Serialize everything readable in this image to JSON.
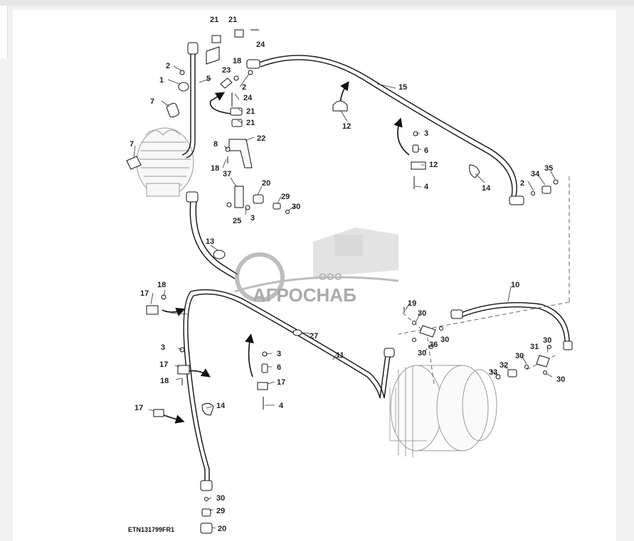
{
  "figure": {
    "reference_code": "ETN131799FR1"
  },
  "watermark": {
    "company_prefix": "ООО",
    "company_name": "АГРОСНАБ",
    "color": "#8a8a8a"
  },
  "callouts": {
    "c1": "1",
    "c2a": "2",
    "c2b": "2",
    "c2c": "2",
    "c3a": "3",
    "c3b": "3",
    "c3c": "3",
    "c3d": "3",
    "c4a": "4",
    "c4b": "4",
    "c5": "5",
    "c6a": "6",
    "c6b": "6",
    "c7a": "7",
    "c7b": "7",
    "c8": "8",
    "c10": "10",
    "c11": "11",
    "c12a": "12",
    "c12b": "12",
    "c13": "13",
    "c14a": "14",
    "c14b": "14",
    "c15": "15",
    "c17a": "17",
    "c17b": "17",
    "c17c": "17",
    "c17d": "17",
    "c18a": "18",
    "c18b": "18",
    "c18c": "18",
    "c18d": "18",
    "c19": "19",
    "c20a": "20",
    "c20b": "20",
    "c21a": "21",
    "c21b": "21",
    "c21c": "21",
    "c21d": "21",
    "c22": "22",
    "c23": "23",
    "c24a": "24",
    "c24b": "24",
    "c25": "25",
    "c27": "27",
    "c29a": "29",
    "c29b": "29",
    "c30a": "30",
    "c30b": "30",
    "c30c": "30",
    "c30d": "30",
    "c30e": "30",
    "c30f": "30",
    "c30g": "30",
    "c30h": "30",
    "c31": "31",
    "c32": "32",
    "c33": "33",
    "c34": "34",
    "c35": "35",
    "c36": "36",
    "c37": "37"
  }
}
